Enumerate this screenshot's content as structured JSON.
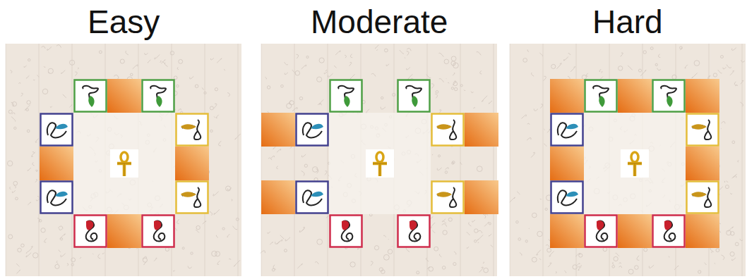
{
  "diagram": {
    "labels": [
      "Easy",
      "Moderate",
      "Hard"
    ]
  }
}
